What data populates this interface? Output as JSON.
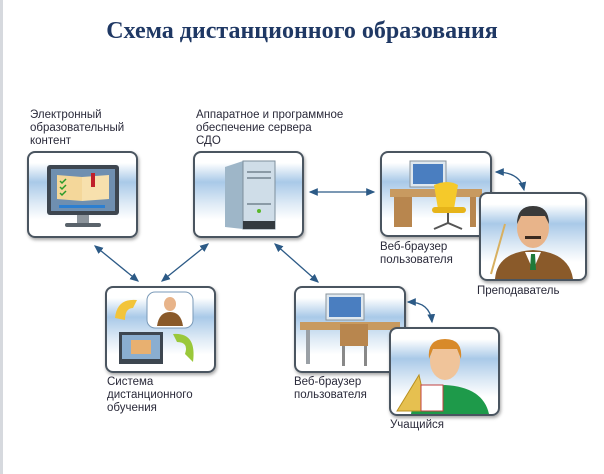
{
  "title": "Схема дистанционного образования",
  "nodes": {
    "content": "Электронный\nобразовательный\nконтент",
    "server": "Аппаратное и программное\nобеспечение сервера\nСДО",
    "teacher_browser": "Веб-браузер\nпользователя",
    "teacher": "Преподаватель",
    "lms": "Система\nдистанционного\nобучения",
    "student_browser": "Веб-браузер\nпользователя",
    "student": "Учащийся"
  },
  "colors": {
    "title": "#1f3864",
    "arrow": "#2c5a86",
    "frame": "#4a5560"
  }
}
